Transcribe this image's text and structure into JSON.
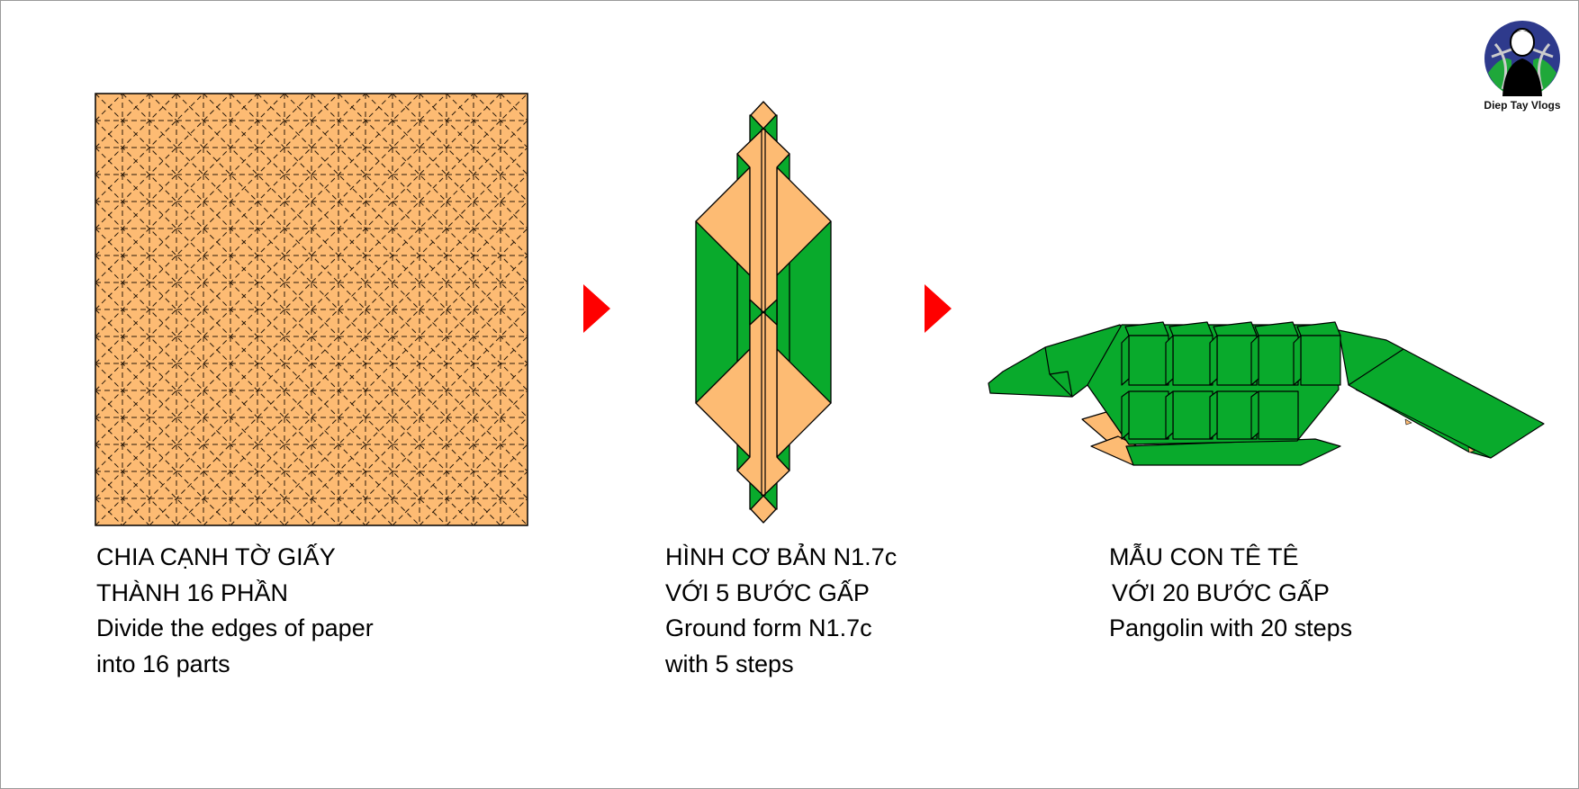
{
  "colors": {
    "paper": "#FDBB73",
    "green": "#09AA2C",
    "arrow": "#FF0000",
    "outline": "#000000"
  },
  "logo": {
    "text": "Diep Tay Vlogs"
  },
  "steps": [
    {
      "lines": [
        "CHIA CẠNH TỜ GIẤY",
        "THÀNH 16 PHẦN",
        "Divide the edges of paper",
        "into 16 parts"
      ],
      "grid_divisions": 16
    },
    {
      "lines": [
        "HÌNH CƠ BẢN N1.7c",
        "VỚI 5 BƯỚC GẤP",
        "Ground form N1.7c",
        "with 5 steps"
      ]
    },
    {
      "lines": [
        "MẪU CON TÊ TÊ",
        "VỚI 20 BƯỚC GẤP",
        "Pangolin with 20 steps"
      ]
    }
  ],
  "arrows": [
    "arrow-right-icon",
    "arrow-right-icon"
  ]
}
